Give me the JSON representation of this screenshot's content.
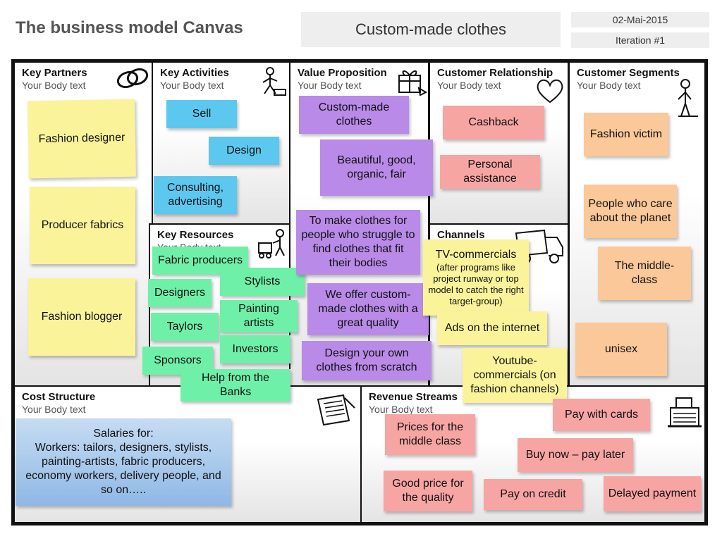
{
  "header": {
    "title": "The business model Canvas",
    "project": "Custom-made clothes",
    "date": "02-Mai-2015",
    "iteration": "Iteration #1"
  },
  "placeholder": "Your Body text",
  "sections": {
    "key_partners": {
      "title": "Key Partners",
      "icon": "chain-links-icon"
    },
    "key_activities": {
      "title": "Key Activities",
      "icon": "worker-icon"
    },
    "value_proposition": {
      "title": "Value Proposition",
      "icon": "gift-icon"
    },
    "customer_relationship": {
      "title": "Customer Relationship",
      "icon": "heart-icon"
    },
    "customer_segments": {
      "title": "Customer Segments",
      "icon": "person-icon"
    },
    "key_resources": {
      "title": "Key Resources",
      "icon": "forklift-icon"
    },
    "channels": {
      "title": "Channels",
      "icon": "truck-icon"
    },
    "cost_structure": {
      "title": "Cost Structure",
      "icon": "receipt-icon"
    },
    "revenue_streams": {
      "title": "Revenue Streams",
      "icon": "cash-register-icon"
    }
  },
  "notes": {
    "key_partners": [
      "Fashion designer",
      "Producer fabrics",
      "Fashion blogger"
    ],
    "key_activities": [
      "Sell",
      "Design",
      "Consulting, advertising"
    ],
    "key_resources": [
      "Fabric producers",
      "Designers",
      "Stylists",
      "Taylors",
      "Painting artists",
      "Investors",
      "Sponsors",
      "Help from the Banks"
    ],
    "value_proposition": [
      "Custom-made clothes",
      "Beautiful, good, organic, fair",
      "To make clothes for people who struggle to find clothes that fit their bodies",
      "We offer custom-made clothes with a great quality",
      "Design your own clothes from scratch"
    ],
    "customer_relationship": [
      "Cashback",
      "Personal assistance"
    ],
    "channels": [
      "TV-commercials",
      "(after programs like project runway or top model to catch the right target-group)",
      "Ads on the internet",
      "Youtube-commercials (on fashion channels)"
    ],
    "customer_segments": [
      "Fashion victim",
      "People who care about the planet",
      "The middle-class",
      "unisex"
    ],
    "cost_structure": [
      "Salaries for:",
      "Workers: tailors, designers, stylists, painting-artists, fabric producers, economy workers, delivery people, and so on….."
    ],
    "revenue_streams": [
      "Prices for the middle class",
      "Pay with cards",
      "Buy now – pay later",
      "Good price for the quality",
      "Pay on credit",
      "Delayed payment"
    ]
  }
}
